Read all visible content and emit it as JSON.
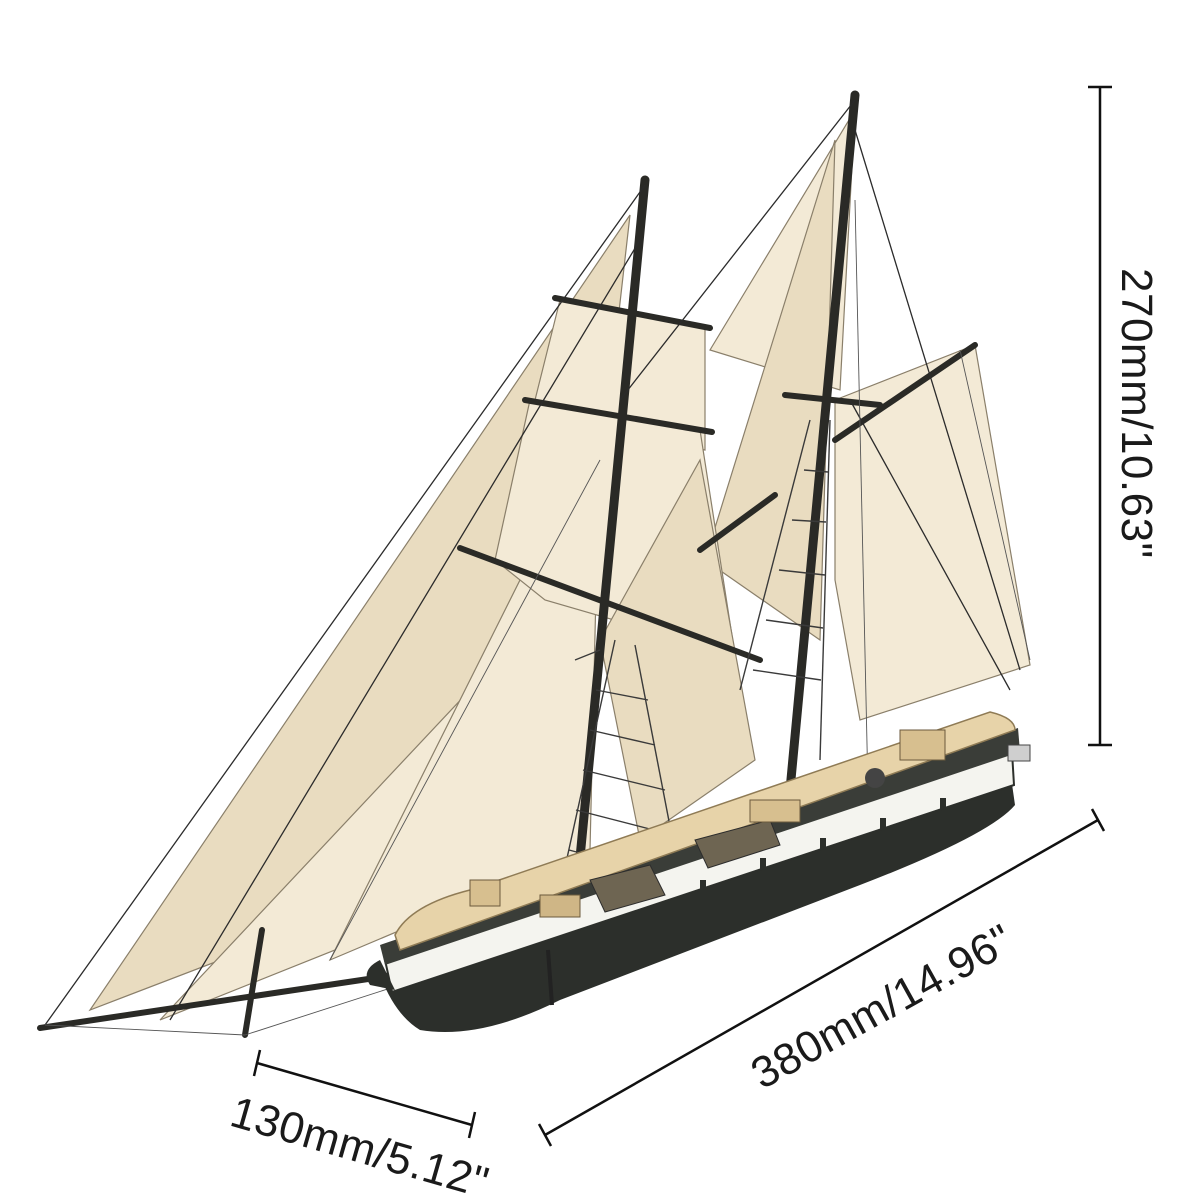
{
  "dimensions": {
    "height": "270mm/10.63\"",
    "length": "380mm/14.96\"",
    "width": "130mm/5.12\""
  },
  "colors": {
    "background": "#ffffff",
    "sail": "#f3ead6",
    "hull_dark": "#2c2f2b",
    "hull_stripe": "#f4f4ef",
    "deck": "#e7d3a9",
    "rigging": "#2b2b2b",
    "dimension_lines": "#111111"
  },
  "subject": {
    "icon": "sailboat-model-icon"
  }
}
